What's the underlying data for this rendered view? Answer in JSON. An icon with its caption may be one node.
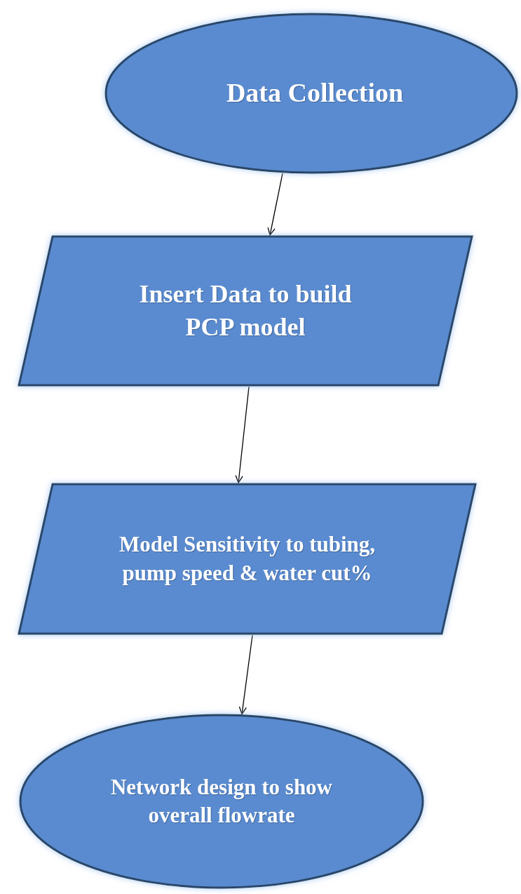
{
  "diagram": {
    "nodes": [
      {
        "text": [
          "Data Collection"
        ]
      },
      {
        "text": [
          "Insert Data to build PCP model"
        ]
      },
      {
        "text": [
          "Model Sensitivity to tubing, pump speed & water cut%"
        ]
      },
      {
        "text": [
          "Network design to show overall flowrate"
        ]
      }
    ],
    "edges": [
      {
        "from": 0,
        "to": 1,
        "arrow": "to"
      },
      {
        "from": 1,
        "to": 2,
        "arrow": "to"
      },
      {
        "from": 2,
        "to": 3,
        "arrow": "to"
      }
    ]
  }
}
